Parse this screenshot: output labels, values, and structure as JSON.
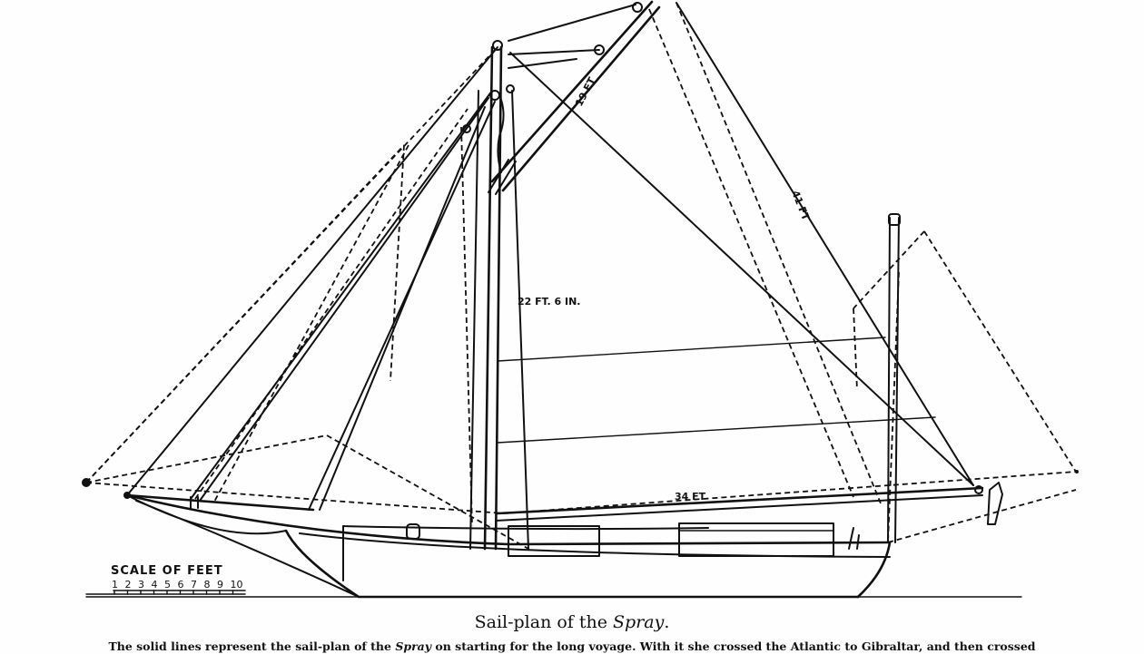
{
  "drawing": {
    "dimension_labels": {
      "topmast": "19 FT",
      "gaff": "41 FT",
      "mast": "22 FT. 6 IN.",
      "boom": "34 FT"
    },
    "scale": {
      "title": "SCALE OF FEET",
      "numbers": [
        "1",
        "2",
        "3",
        "4",
        "5",
        "6",
        "7",
        "8",
        "9",
        "10"
      ]
    }
  },
  "caption": {
    "title_prefix": "Sail-plan of the ",
    "title_vessel": "Spray",
    "title_suffix": ".",
    "body_prefix": "The solid lines represent the sail-plan of the ",
    "body_vessel": "Spray",
    "body_suffix": " on starting for the long voyage.   With it she crossed the Atlantic to Gibraltar, and then crossed"
  }
}
